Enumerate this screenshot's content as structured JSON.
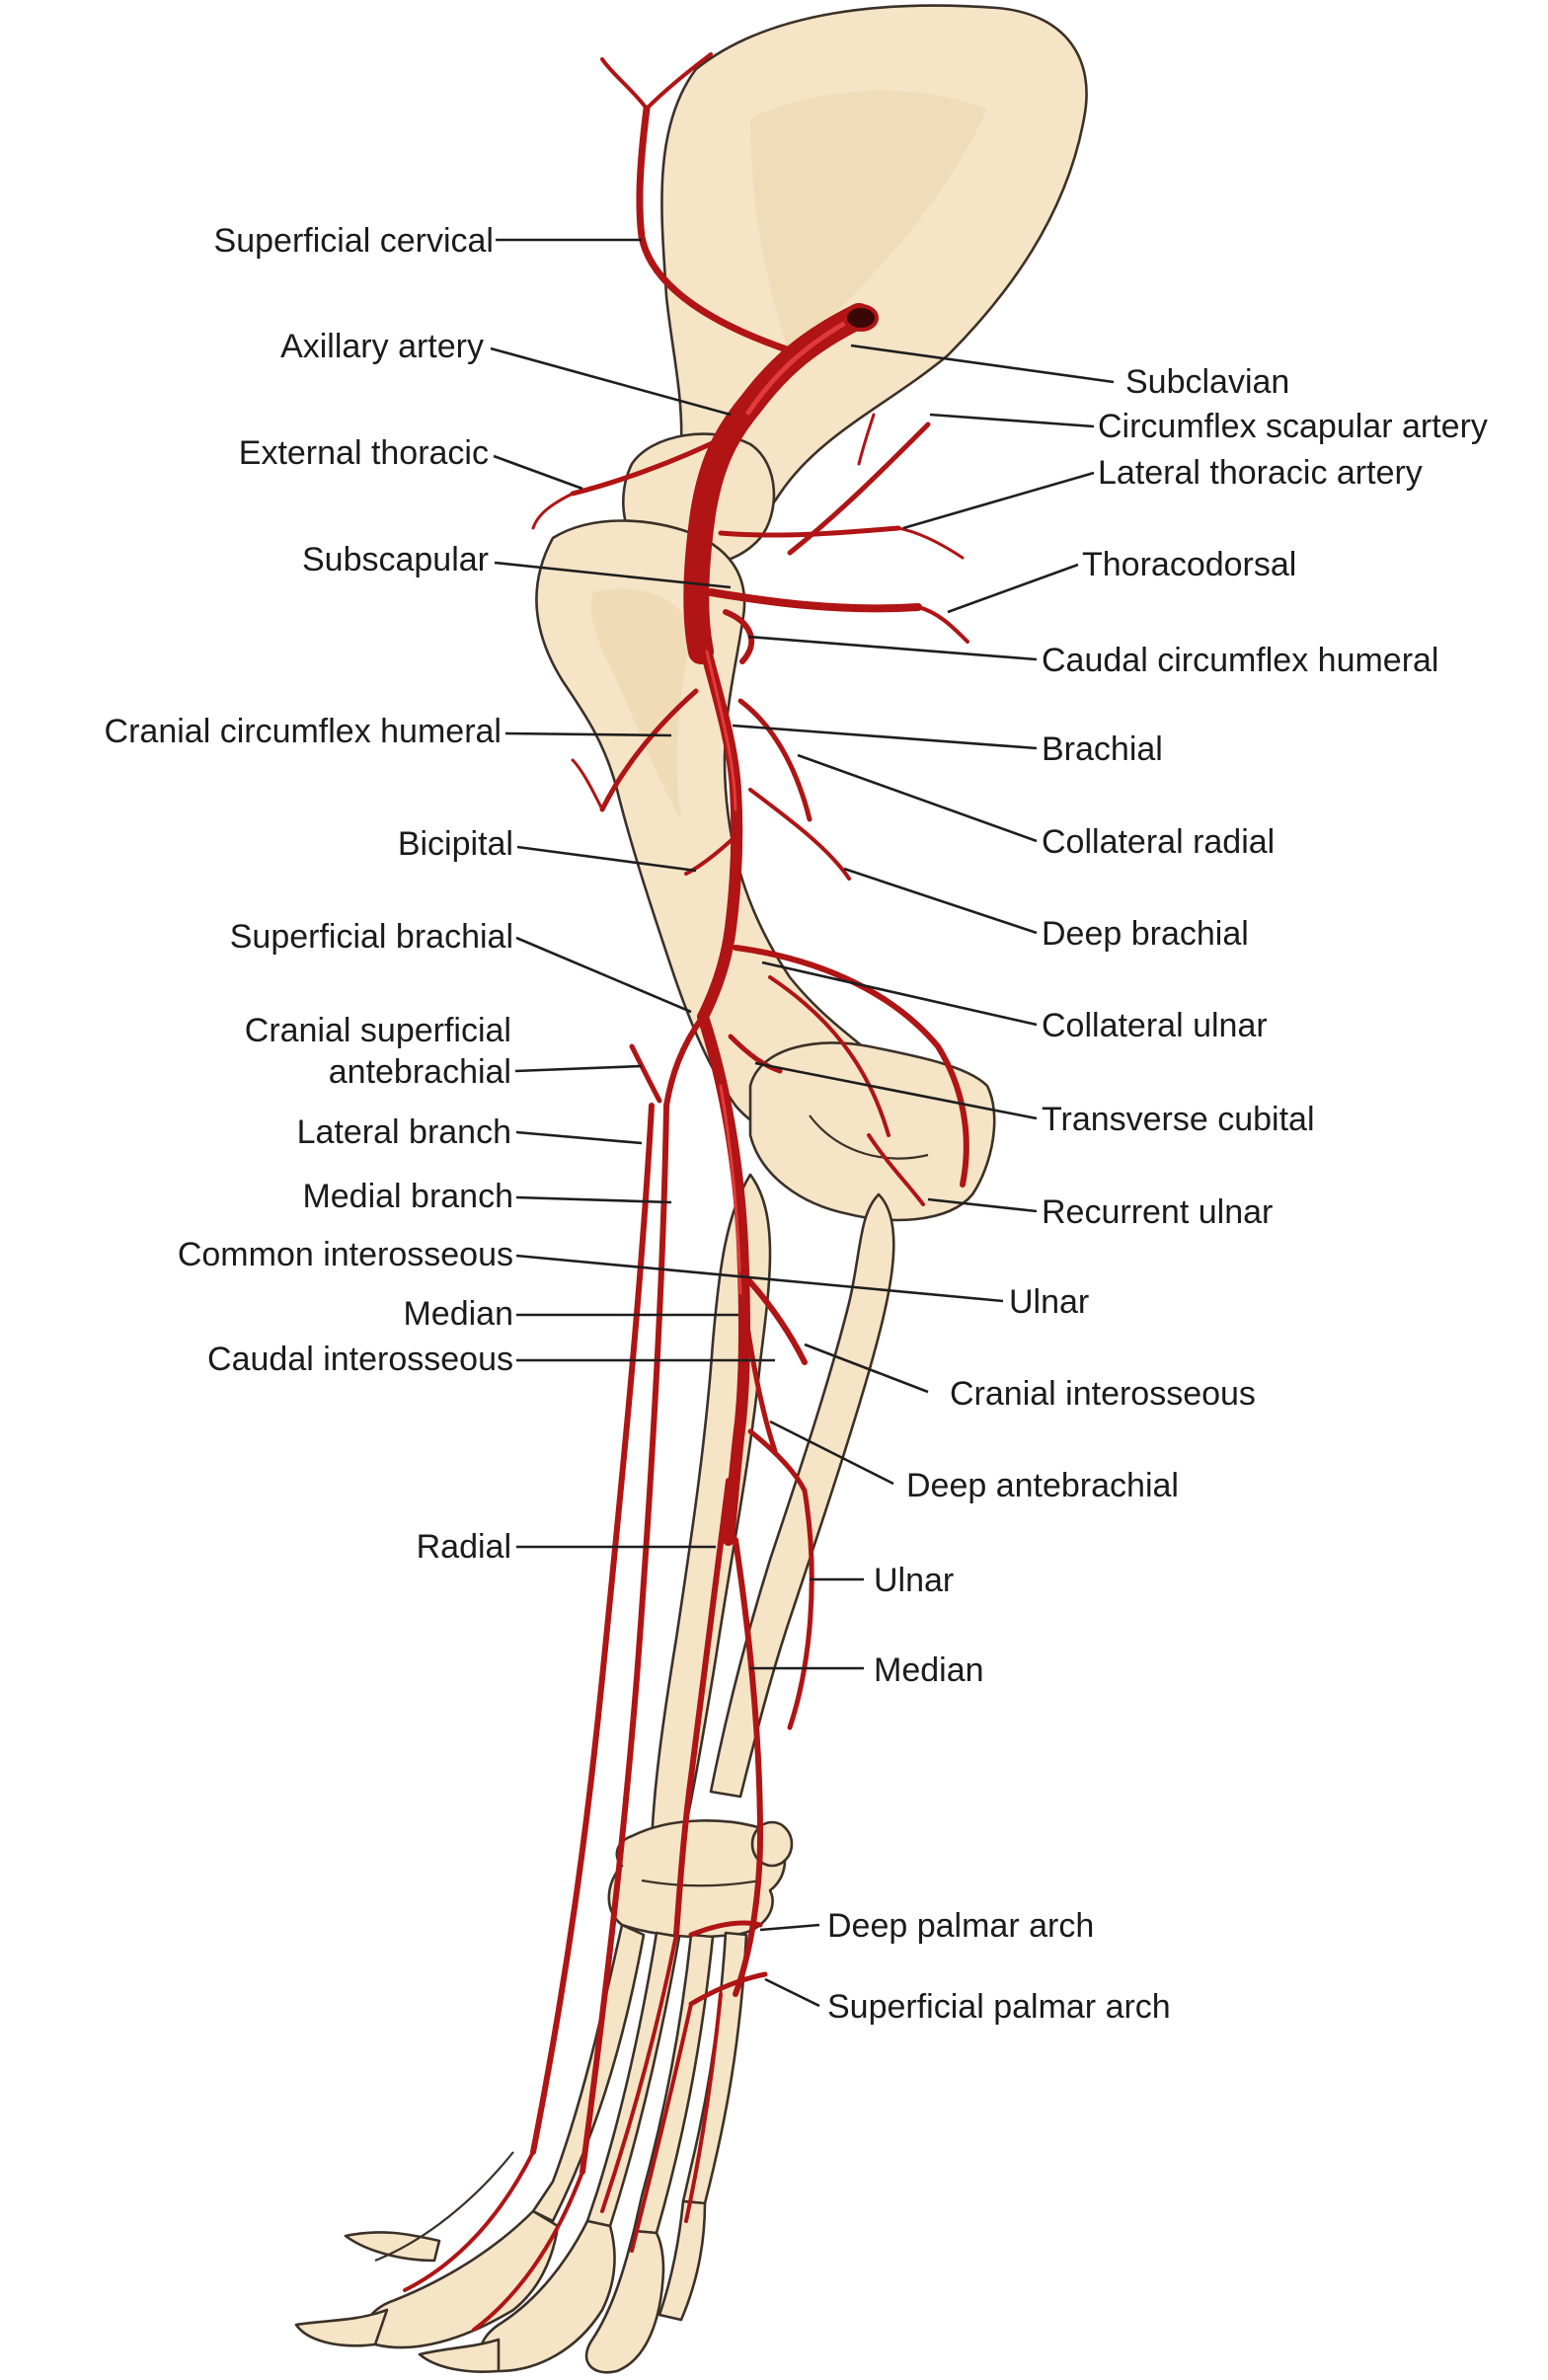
{
  "labels": {
    "superficial_cervical": "Superficial cervical",
    "axillary_artery": "Axillary artery",
    "external_thoracic": "External thoracic",
    "subscapular": "Subscapular",
    "cranial_circumflex_humeral": "Cranial circumflex humeral",
    "bicipital": "Bicipital",
    "superficial_brachial": "Superficial brachial",
    "cranial_superficial_antebrachial_1": "Cranial superficial",
    "cranial_superficial_antebrachial_2": "antebrachial",
    "lateral_branch": "Lateral branch",
    "medial_branch": "Medial branch",
    "common_interosseous": "Common interosseous",
    "median_upper": "Median",
    "caudal_interosseous": "Caudal interosseous",
    "radial": "Radial",
    "subclavian": "Subclavian",
    "circumflex_scapular_artery": "Circumflex scapular artery",
    "lateral_thoracic_artery": "Lateral thoracic artery",
    "thoracodorsal": "Thoracodorsal",
    "caudal_circumflex_humeral": "Caudal circumflex humeral",
    "brachial": "Brachial",
    "collateral_radial": "Collateral radial",
    "deep_brachial": "Deep brachial",
    "collateral_ulnar": "Collateral ulnar",
    "transverse_cubital": "Transverse cubital",
    "recurrent_ulnar": "Recurrent ulnar",
    "ulnar_upper": "Ulnar",
    "cranial_interosseous": "Cranial interosseous",
    "deep_antebrachial": "Deep antebrachial",
    "ulnar_lower": "Ulnar",
    "median_lower": "Median",
    "deep_palmar_arch": "Deep palmar arch",
    "superficial_palmar_arch": "Superficial palmar arch"
  },
  "colors": {
    "artery": "#b01414",
    "bone": "#f6e4c6",
    "leader": "#1e1e1e"
  }
}
